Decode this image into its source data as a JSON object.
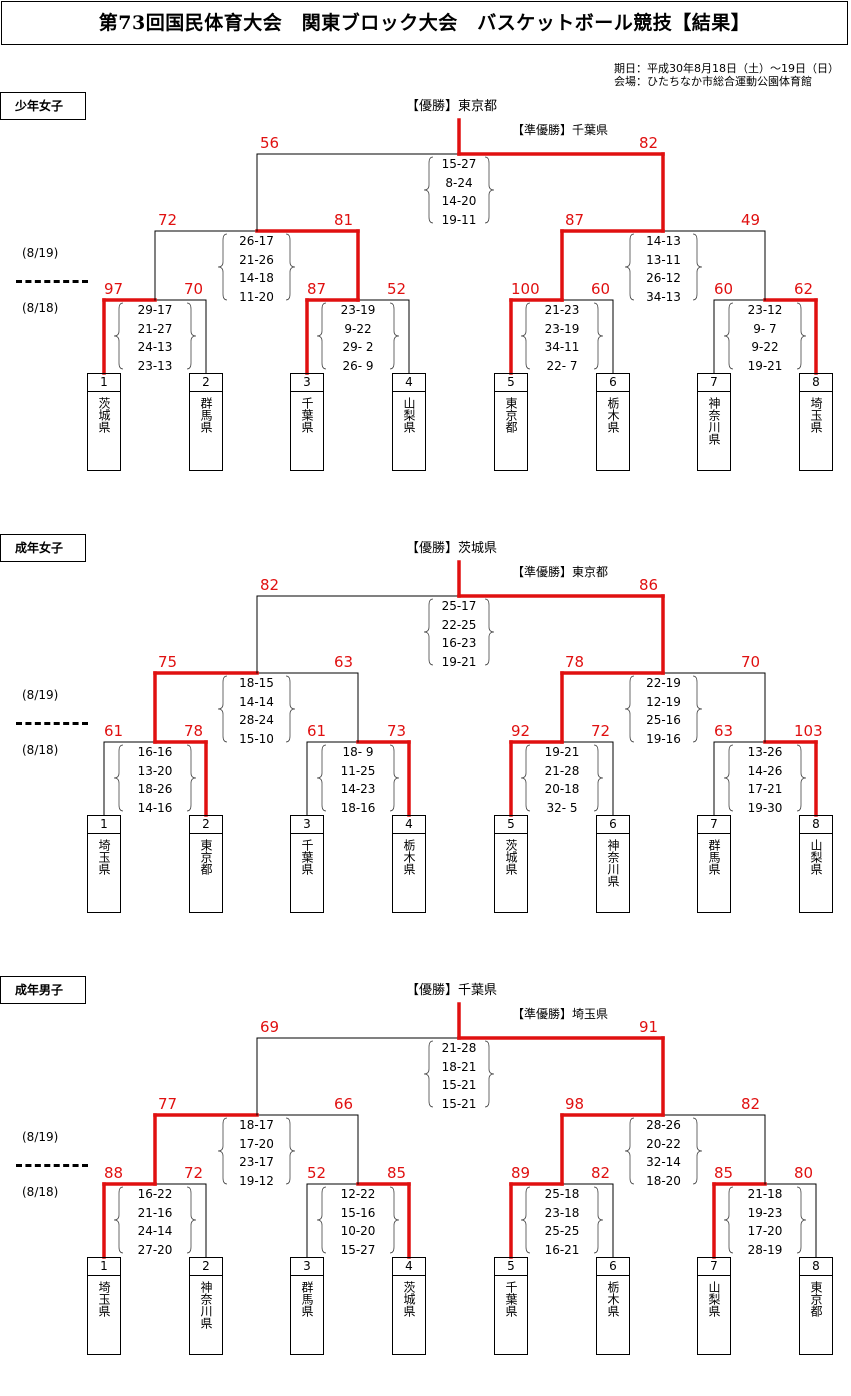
{
  "title": "第73回国民体育大会　関東ブロック大会　バスケットボール競技【結果】",
  "info": {
    "period": "期日：平成30年8月18日（土）～19日（日）",
    "venue": "会場：ひたちなか市総合運動公園体育館"
  },
  "dates": {
    "day2": "(8/19)",
    "day1": "(8/18)"
  },
  "sections": [
    {
      "label": "少年女子",
      "champion": "【優勝】東京都",
      "runner_up": "【準優勝】千葉県",
      "teams": [
        {
          "num": "1",
          "name": "茨城県"
        },
        {
          "num": "2",
          "name": "群馬県"
        },
        {
          "num": "3",
          "name": "千葉県"
        },
        {
          "num": "4",
          "name": "山梨県"
        },
        {
          "num": "5",
          "name": "東京都"
        },
        {
          "num": "6",
          "name": "栃木県"
        },
        {
          "num": "7",
          "name": "神奈川県"
        },
        {
          "num": "8",
          "name": "埼玉県"
        }
      ],
      "r1": [
        {
          "a": "97",
          "b": "70",
          "q": [
            "29-17",
            "21-27",
            "24-13",
            "23-13"
          ]
        },
        {
          "a": "87",
          "b": "52",
          "q": [
            "23-19",
            "9-22",
            "29- 2",
            "26- 9"
          ]
        },
        {
          "a": "100",
          "b": "60",
          "q": [
            "21-23",
            "23-19",
            "34-11",
            "22- 7"
          ]
        },
        {
          "a": "60",
          "b": "62",
          "q": [
            "23-12",
            "9- 7",
            "9-22",
            "19-21"
          ]
        }
      ],
      "r2": [
        {
          "a": "72",
          "b": "81",
          "q": [
            "26-17",
            "21-26",
            "14-18",
            "11-20"
          ]
        },
        {
          "a": "87",
          "b": "49",
          "q": [
            "14-13",
            "13-11",
            "26-12",
            "34-13"
          ]
        }
      ],
      "final": {
        "a": "56",
        "b": "82",
        "q": [
          "15-27",
          "8-24",
          "14-20",
          "19-11"
        ]
      },
      "win": {
        "r1": [
          0,
          0,
          0,
          1
        ],
        "r2": [
          1,
          0
        ],
        "final": 1
      }
    },
    {
      "label": "成年女子",
      "champion": "【優勝】茨城県",
      "runner_up": "【準優勝】東京都",
      "teams": [
        {
          "num": "1",
          "name": "埼玉県"
        },
        {
          "num": "2",
          "name": "東京都"
        },
        {
          "num": "3",
          "name": "千葉県"
        },
        {
          "num": "4",
          "name": "栃木県"
        },
        {
          "num": "5",
          "name": "茨城県"
        },
        {
          "num": "6",
          "name": "神奈川県"
        },
        {
          "num": "7",
          "name": "群馬県"
        },
        {
          "num": "8",
          "name": "山梨県"
        }
      ],
      "r1": [
        {
          "a": "61",
          "b": "78",
          "q": [
            "16-16",
            "13-20",
            "18-26",
            "14-16"
          ]
        },
        {
          "a": "61",
          "b": "73",
          "q": [
            "18- 9",
            "11-25",
            "14-23",
            "18-16"
          ]
        },
        {
          "a": "92",
          "b": "72",
          "q": [
            "19-21",
            "21-28",
            "20-18",
            "32- 5"
          ]
        },
        {
          "a": "63",
          "b": "103",
          "q": [
            "13-26",
            "14-26",
            "17-21",
            "19-30"
          ]
        }
      ],
      "r2": [
        {
          "a": "75",
          "b": "63",
          "q": [
            "18-15",
            "14-14",
            "28-24",
            "15-10"
          ]
        },
        {
          "a": "78",
          "b": "70",
          "q": [
            "22-19",
            "12-19",
            "25-16",
            "19-16"
          ]
        }
      ],
      "final": {
        "a": "82",
        "b": "86",
        "q": [
          "25-17",
          "22-25",
          "16-23",
          "19-21"
        ]
      },
      "win": {
        "r1": [
          1,
          1,
          0,
          1
        ],
        "r2": [
          0,
          0
        ],
        "final": 1
      }
    },
    {
      "label": "成年男子",
      "champion": "【優勝】千葉県",
      "runner_up": "【準優勝】埼玉県",
      "teams": [
        {
          "num": "1",
          "name": "埼玉県"
        },
        {
          "num": "2",
          "name": "神奈川県"
        },
        {
          "num": "3",
          "name": "群馬県"
        },
        {
          "num": "4",
          "name": "茨城県"
        },
        {
          "num": "5",
          "name": "千葉県"
        },
        {
          "num": "6",
          "name": "栃木県"
        },
        {
          "num": "7",
          "name": "山梨県"
        },
        {
          "num": "8",
          "name": "東京都"
        }
      ],
      "r1": [
        {
          "a": "88",
          "b": "72",
          "q": [
            "16-22",
            "21-16",
            "24-14",
            "27-20"
          ]
        },
        {
          "a": "52",
          "b": "85",
          "q": [
            "12-22",
            "15-16",
            "10-20",
            "15-27"
          ]
        },
        {
          "a": "89",
          "b": "82",
          "q": [
            "25-18",
            "23-18",
            "25-25",
            "16-21"
          ]
        },
        {
          "a": "85",
          "b": "80",
          "q": [
            "21-18",
            "19-23",
            "17-20",
            "28-19"
          ]
        }
      ],
      "r2": [
        {
          "a": "77",
          "b": "66",
          "q": [
            "18-17",
            "17-20",
            "23-17",
            "19-12"
          ]
        },
        {
          "a": "98",
          "b": "82",
          "q": [
            "28-26",
            "20-22",
            "32-14",
            "18-20"
          ]
        }
      ],
      "final": {
        "a": "69",
        "b": "91",
        "q": [
          "21-28",
          "18-21",
          "15-21",
          "15-21"
        ]
      },
      "win": {
        "r1": [
          0,
          1,
          0,
          0
        ],
        "r2": [
          0,
          0
        ],
        "final": 1
      }
    }
  ]
}
